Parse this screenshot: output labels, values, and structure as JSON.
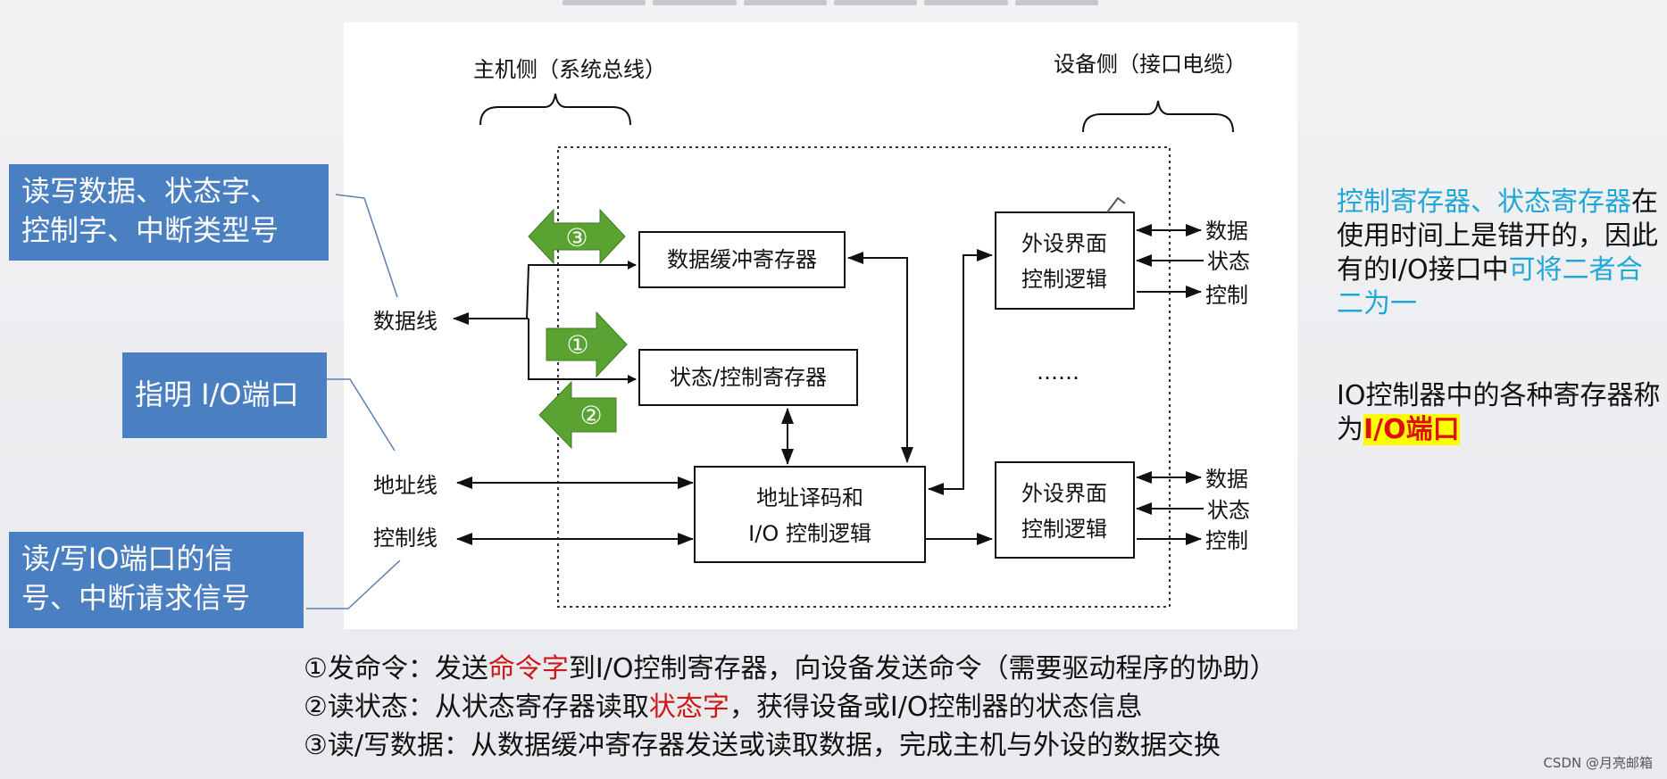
{
  "diagram": {
    "host_side": "主机侧（系统总线）",
    "device_side": "设备侧（接口电缆）",
    "data_line": "数据线",
    "address_line": "地址线",
    "control_line": "控制线",
    "data_buffer": "数据缓冲寄存器",
    "status_control": "状态/控制寄存器",
    "addr_decode_l1": "地址译码和",
    "addr_decode_l2": "I/O 控制逻辑",
    "dev_logic_l1": "外设界面",
    "dev_logic_l2": "控制逻辑",
    "sig_data": "数据",
    "sig_status": "状态",
    "sig_control": "控制",
    "ellipsis": "……",
    "step1": "①",
    "step2": "②",
    "step3": "③"
  },
  "callouts": {
    "data_line_l1": "读写数据、状态字、",
    "data_line_l2": "控制字、中断类型号",
    "address": "指明 I/O端口",
    "control_l1": "读/写IO端口的信",
    "control_l2": "号、中断请求信号"
  },
  "note": {
    "p1_cyan1": "控制寄存器、状态寄存器",
    "p1_text1": "在使用时间上是错开的，因此有的I/O接口中",
    "p1_cyan2": "可将二者合二为一",
    "p2_text": "IO控制器中的各种寄存器称为",
    "p2_hl": "I/O端口"
  },
  "steps": {
    "s1_pre": "①发命令：发送",
    "s1_red": "命令字",
    "s1_post": "到I/O控制寄存器，向设备发送命令（需要驱动程序的协助）",
    "s2_pre": "②读状态：从状态寄存器读取",
    "s2_red": "状态字",
    "s2_post": "，获得设备或I/O控制器的状态信息",
    "s3": "③读/写数据：从数据缓冲寄存器发送或读取数据，完成主机与外设的数据交换"
  },
  "watermark": "CSDN @月亮邮箱",
  "colors": {
    "callout_bg": "#4a7fc1",
    "green_arrow": "#5aa332",
    "cyan_text": "#1fa7d6",
    "red_text": "#d01818",
    "highlight": "#ffff00"
  }
}
